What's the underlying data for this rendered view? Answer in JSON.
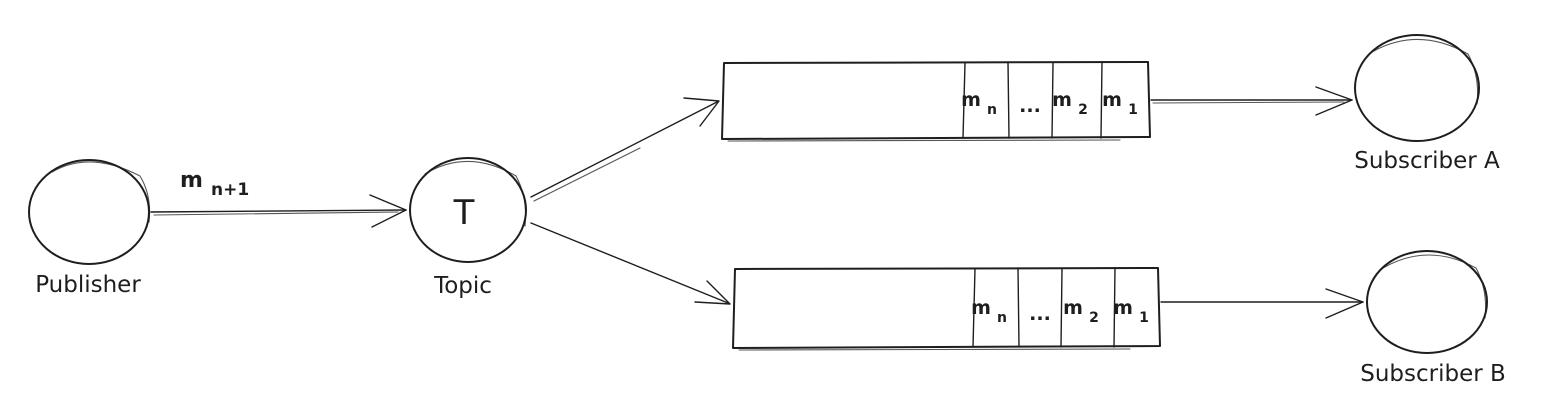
{
  "canvas": {
    "background": "#ffffff",
    "stroke_color": "#1e1e1e",
    "style": "hand-drawn pub-sub topic diagram"
  },
  "nodes": {
    "publisher": {
      "label": "Publisher"
    },
    "topic": {
      "symbol": "T",
      "label": "Topic"
    },
    "subscriber_a": {
      "label": "Subscriber A"
    },
    "subscriber_b": {
      "label": "Subscriber B"
    }
  },
  "edges": {
    "publish_message": {
      "base": "m",
      "sub": "n+1"
    }
  },
  "queue_a": {
    "cells": [
      {
        "base": "m",
        "sub": "n"
      },
      {
        "base": "...",
        "sub": ""
      },
      {
        "base": "m",
        "sub": "2"
      },
      {
        "base": "m",
        "sub": "1"
      }
    ]
  },
  "queue_b": {
    "cells": [
      {
        "base": "m",
        "sub": "n"
      },
      {
        "base": "...",
        "sub": ""
      },
      {
        "base": "m",
        "sub": "2"
      },
      {
        "base": "m",
        "sub": "1"
      }
    ]
  }
}
